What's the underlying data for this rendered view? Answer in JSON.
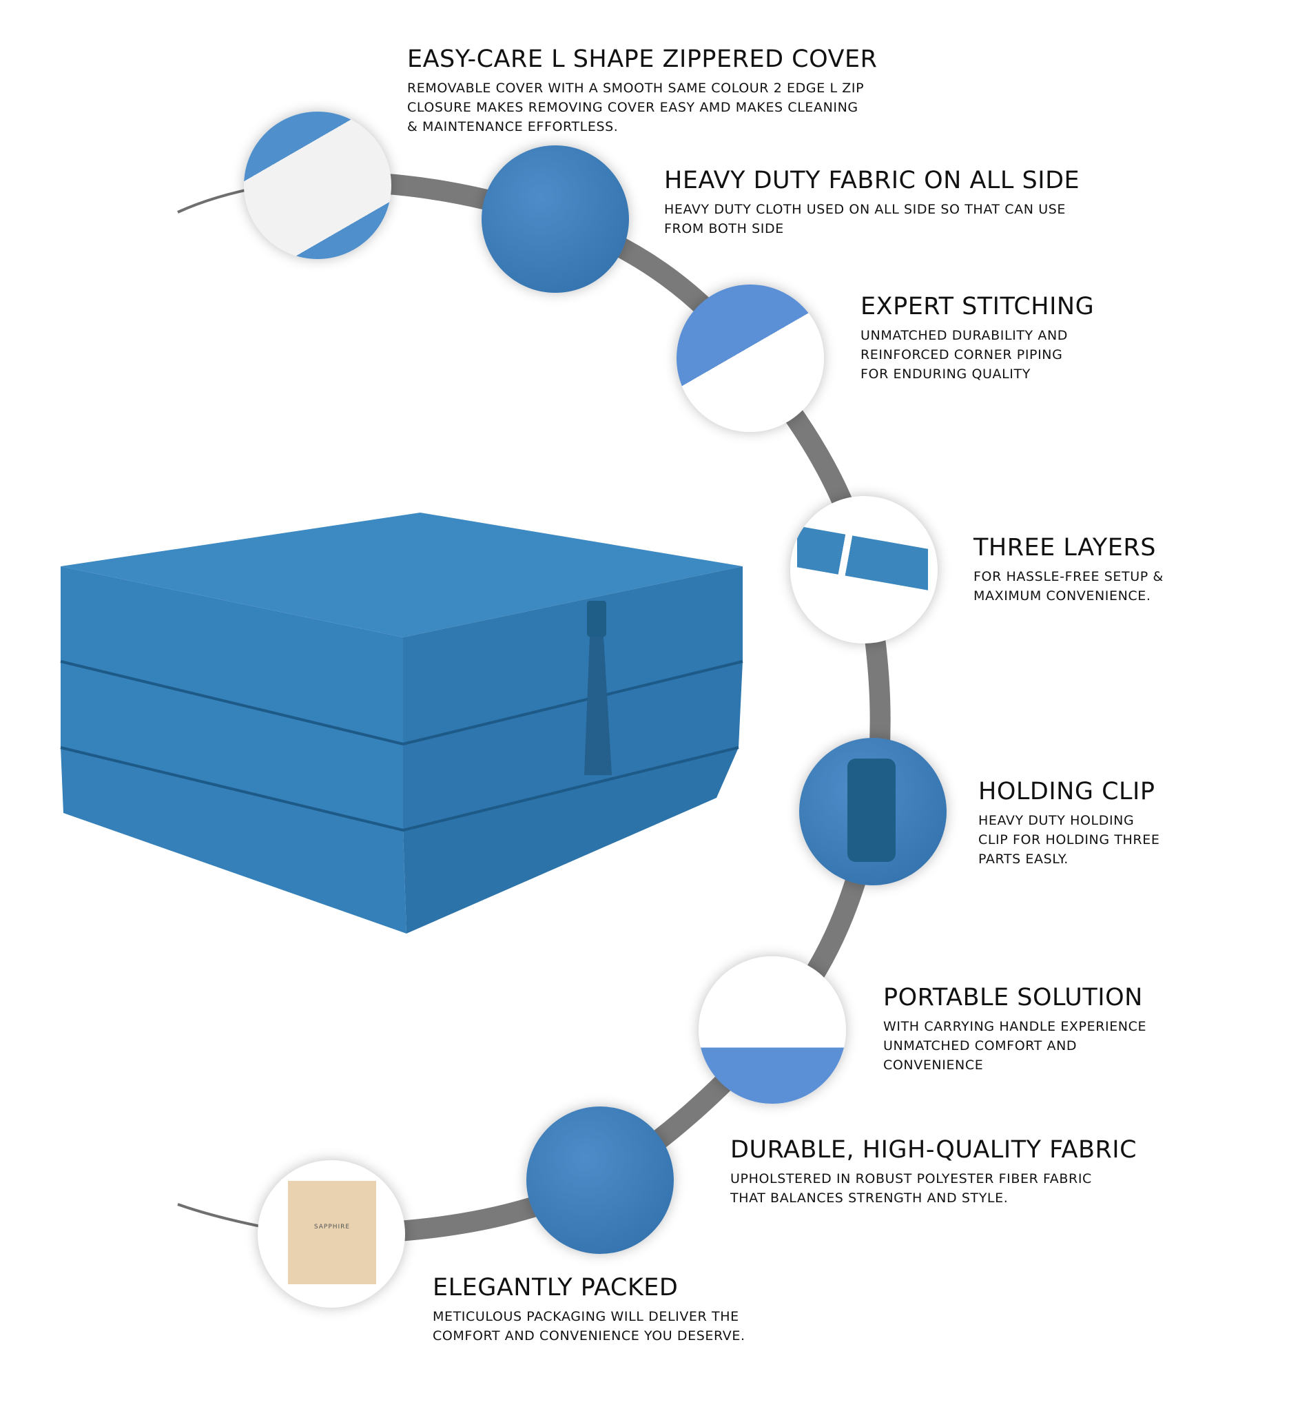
{
  "features": [
    {
      "title": "EASY-CARE L SHAPE ZIPPERED COVER",
      "body": "REMOVABLE COVER WITH A SMOOTH SAME COLOUR 2 EDGE L ZIP\nCLOSURE MAKES REMOVING COVER EASY AMD MAKES CLEANING\n& MAINTENANCE EFFORTLESS."
    },
    {
      "title": "HEAVY DUTY FABRIC ON ALL SIDE",
      "body": "HEAVY DUTY CLOTH USED ON ALL SIDE SO THAT CAN USE\nFROM BOTH SIDE"
    },
    {
      "title": "EXPERT STITCHING",
      "body": "UNMATCHED DURABILITY AND\nREINFORCED CORNER PIPING\nFOR ENDURING QUALITY"
    },
    {
      "title": "THREE LAYERS",
      "body": "FOR HASSLE-FREE SETUP &\nMAXIMUM CONVENIENCE."
    },
    {
      "title": "HOLDING CLIP",
      "body": "HEAVY DUTY HOLDING\nCLIP FOR HOLDING THREE\nPARTS EASLY."
    },
    {
      "title": "PORTABLE SOLUTION",
      "body": "WITH CARRYING HANDLE EXPERIENCE\nUNMATCHED COMFORT AND\nCONVENIENCE"
    },
    {
      "title": "DURABLE, HIGH-QUALITY FABRIC",
      "body": "UPHOLSTERED IN ROBUST POLYESTER FIBER FABRIC\nTHAT BALANCES STRENGTH AND STYLE."
    },
    {
      "title": "ELEGANTLY PACKED",
      "body": "METICULOUS PACKAGING WILL DELIVER THE\nCOMFORT AND CONVENIENCE YOU DESERVE."
    }
  ],
  "package_brand": "SAPPHIRE",
  "colors": {
    "fabric": "#3a86bd",
    "arc": "#7a7a7a"
  }
}
